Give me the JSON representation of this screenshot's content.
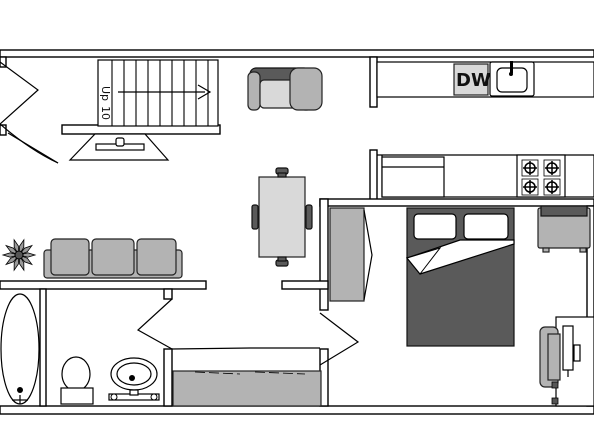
{
  "plan": {
    "stairs_label": "Up",
    "stairs_count": "10",
    "dishwasher_label": "DW"
  }
}
